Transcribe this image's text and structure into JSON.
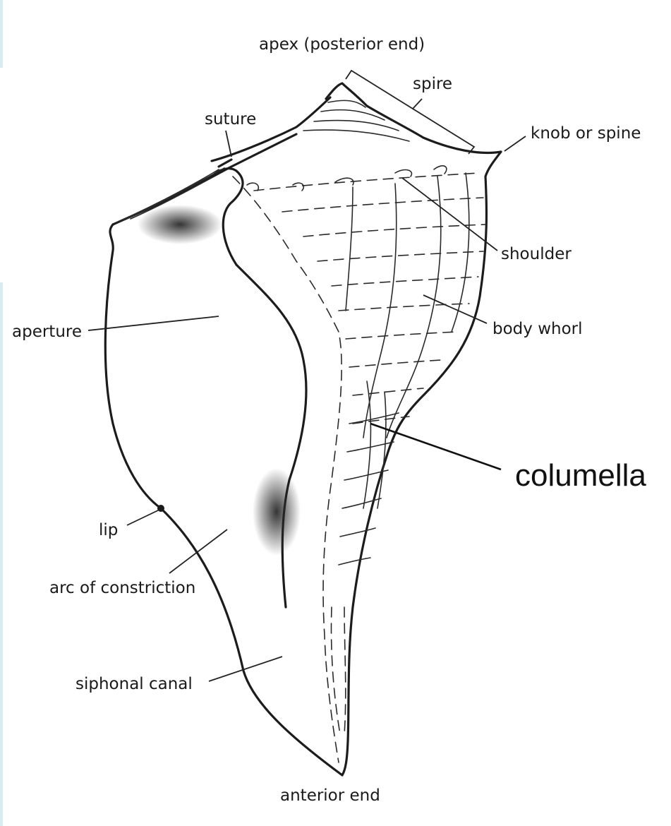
{
  "labels": {
    "apex": "apex  (posterior end)",
    "spire": "spire",
    "suture": "suture",
    "knob": "knob or spine",
    "shoulder": "shoulder",
    "aperture": "aperture",
    "body_whorl": "body whorl",
    "columella": "columella",
    "lip": "lip",
    "arc": "arc of constriction",
    "siphonal_canal": "siphonal canal",
    "anterior_end": "anterior end"
  },
  "colors": {
    "ink": "#1c1c1c",
    "background": "#ffffff"
  }
}
